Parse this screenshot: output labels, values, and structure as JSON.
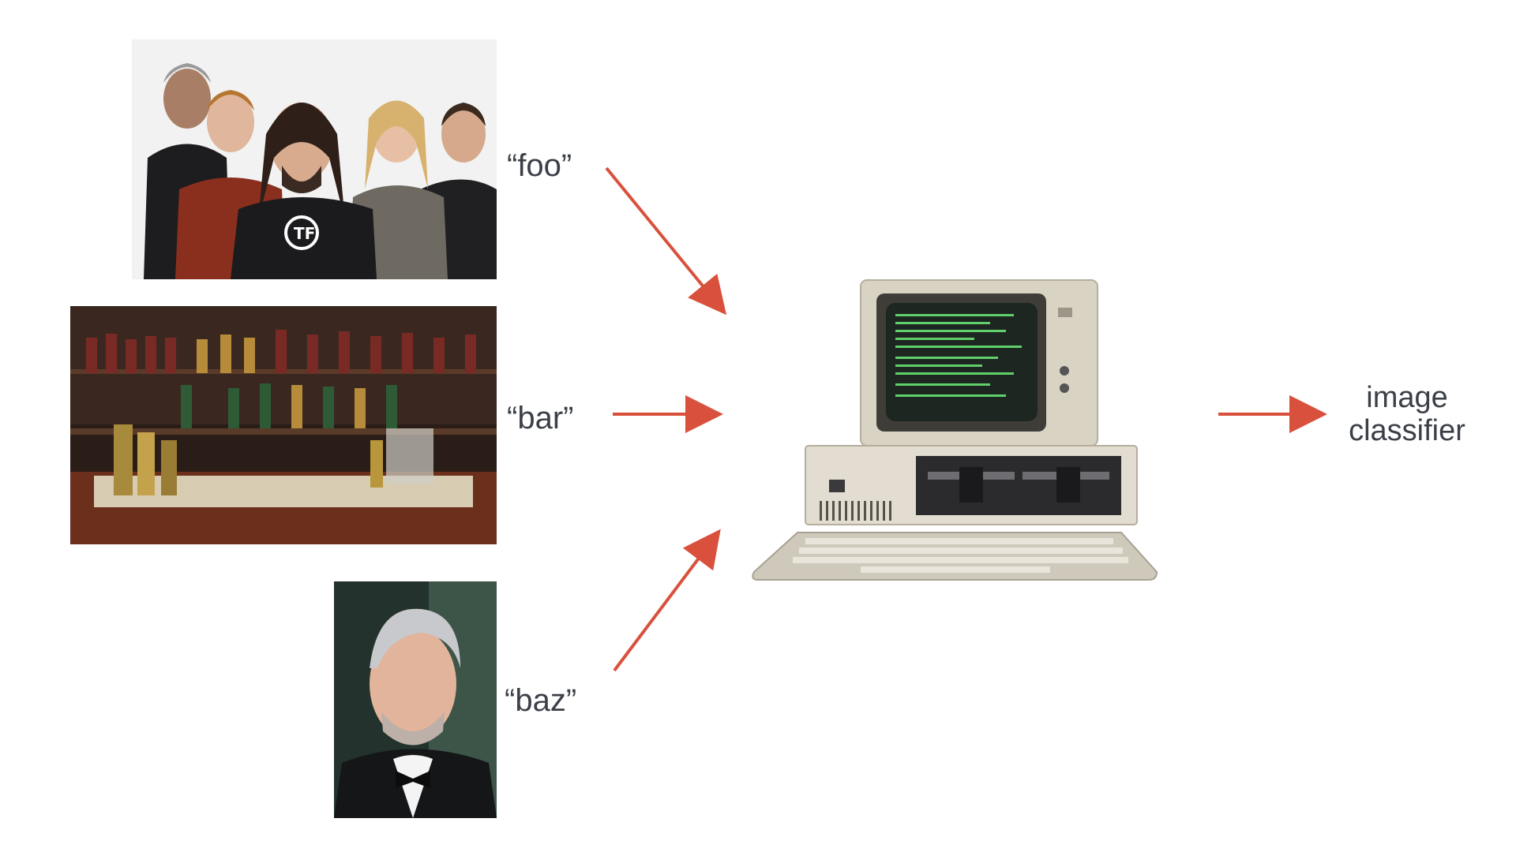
{
  "inputs": [
    {
      "image": "band-photo",
      "label": "“foo”"
    },
    {
      "image": "bar-photo",
      "label": "“bar”"
    },
    {
      "image": "portrait-photo",
      "label": "“baz”"
    }
  ],
  "processor": {
    "image": "vintage-computer"
  },
  "output": {
    "line1": "image",
    "line2": "classifier"
  },
  "colors": {
    "arrow": "#d9513c",
    "text": "#3b3f47",
    "screen_text": "#5fd06a"
  }
}
